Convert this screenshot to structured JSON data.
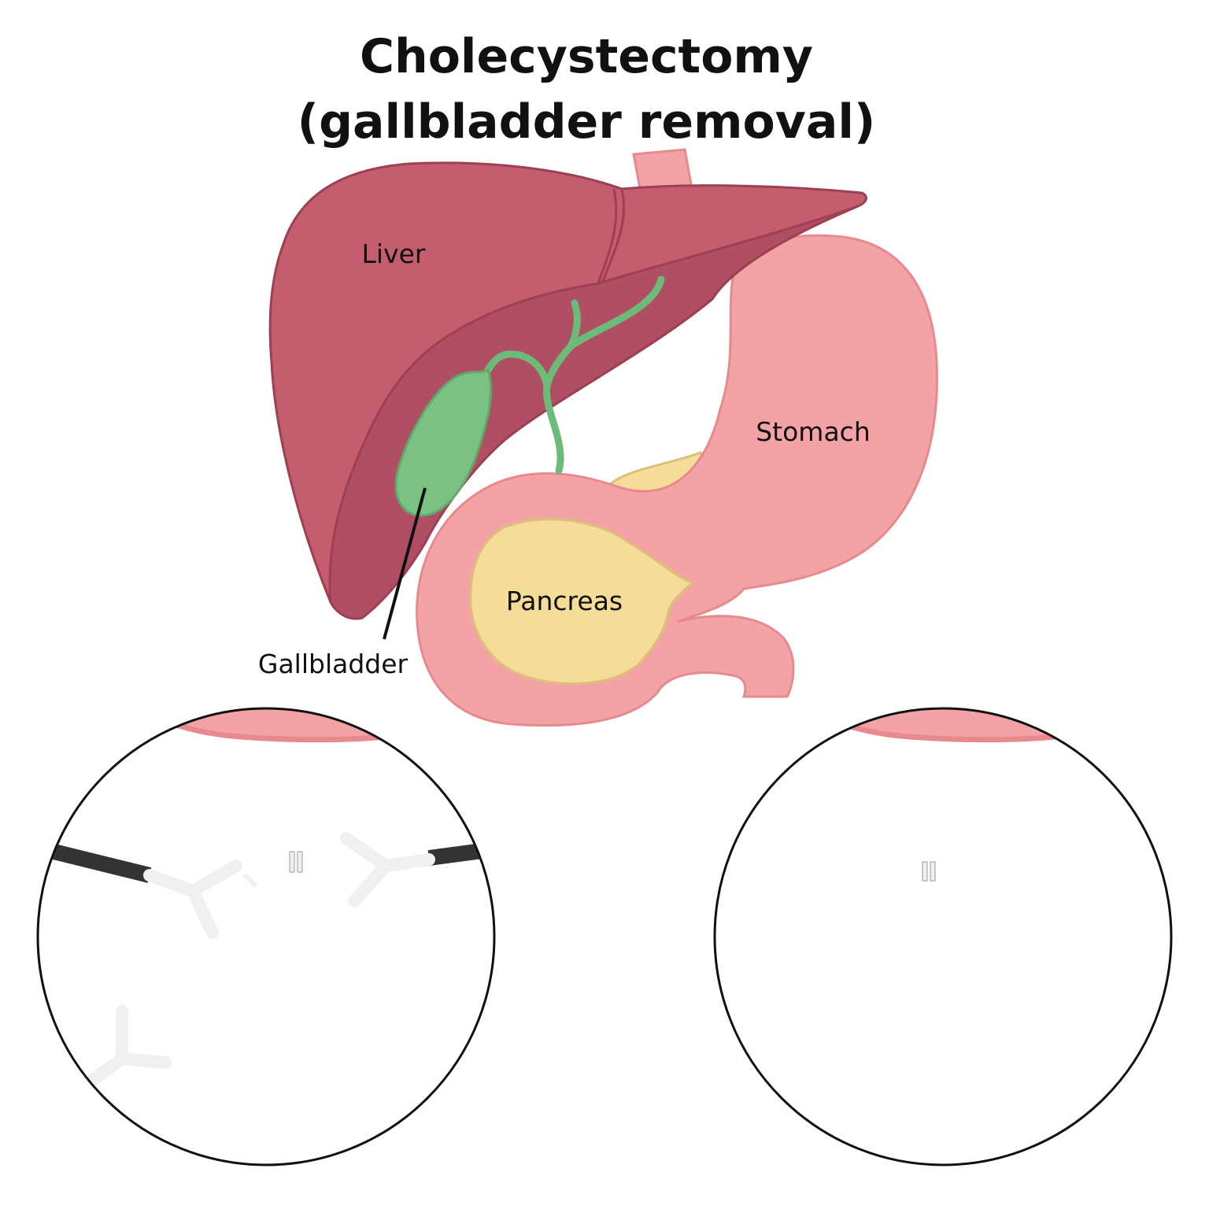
{
  "title": {
    "line1": "Cholecystectomy",
    "line2": "(gallbladder removal)"
  },
  "labels": {
    "liver": "Liver",
    "stomach": "Stomach",
    "pancreas": "Pancreas",
    "gallbladder": "Gallbladder"
  },
  "colors": {
    "liver_light": "#c45e6e",
    "liver_dark": "#b04f63",
    "liver_outline": "#9e3f52",
    "stomach": "#f3a3a6",
    "stomach_outline": "#e8898e",
    "pancreas": "#f4dd99",
    "pancreas_outline": "#dcc078",
    "gallbladder": "#7cc184",
    "bile_duct": "#6dbb78",
    "instrument": "#333333",
    "clip": "#f0f0f0"
  },
  "panels": [
    {
      "name": "gallbladder-clipped-panel"
    },
    {
      "name": "after-removal-panel"
    }
  ]
}
